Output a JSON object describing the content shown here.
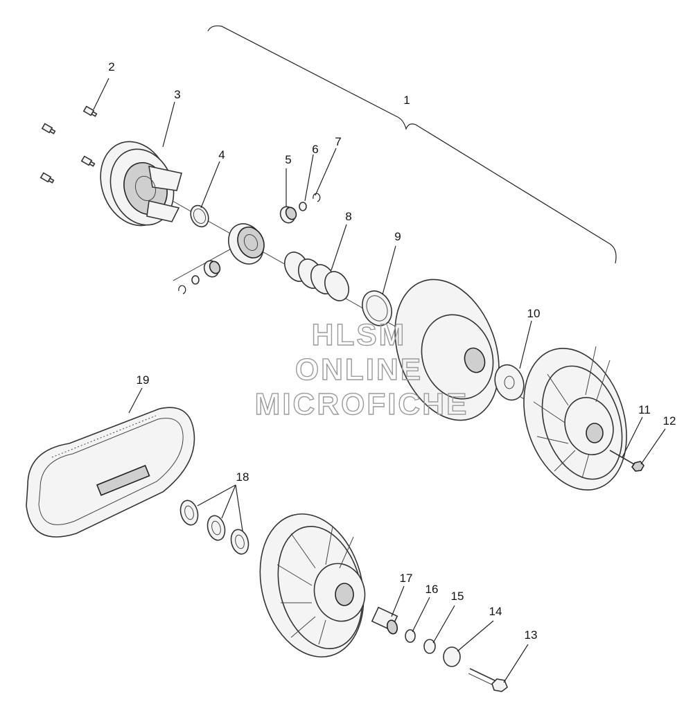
{
  "callouts": [
    "1",
    "2",
    "3",
    "4",
    "5",
    "6",
    "7",
    "8",
    "9",
    "10",
    "11",
    "12",
    "13",
    "14",
    "15",
    "16",
    "17",
    "18",
    "19"
  ],
  "watermark": {
    "line1": "HLSM",
    "line2": "ONLINE",
    "line3": "MICROFICHE"
  }
}
